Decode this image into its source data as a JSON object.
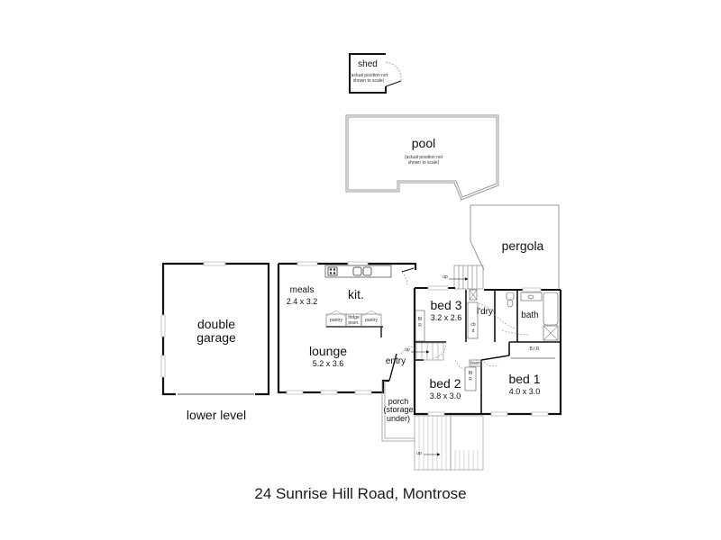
{
  "title": "24 Sunrise Hill Road, Montrose",
  "level_label": "lower level",
  "colors": {
    "wall": "#111111",
    "outline": "#9a9a9a",
    "window": "#c8c8c8",
    "door_arc": "#888888",
    "background": "#ffffff"
  },
  "outbuildings": {
    "shed": {
      "name": "shed",
      "note_line1": "(actual position not",
      "note_line2": "shown to scale)"
    },
    "pool": {
      "name": "pool",
      "note_line1": "(actual position not",
      "note_line2": "shown to scale)"
    },
    "pergola": {
      "name": "pergola"
    }
  },
  "rooms": {
    "garage": {
      "name_line1": "double",
      "name_line2": "garage"
    },
    "kitchen": {
      "name": "kit."
    },
    "meals": {
      "name": "meals",
      "dims": "2.4 x 3.2"
    },
    "lounge": {
      "name": "lounge",
      "dims": "5.2 x 3.6"
    },
    "entry": {
      "name": "entry"
    },
    "porch": {
      "line1": "porch",
      "line2": "(storage",
      "line3": "under)"
    },
    "bed3": {
      "name": "bed 3",
      "dims": "3.2 x 2.6"
    },
    "bed2": {
      "name": "bed 2",
      "dims": "3.8 x 3.0"
    },
    "bed1": {
      "name": "bed 1",
      "dims": "4.0 x 3.0"
    },
    "laundry": {
      "name": "l'dry"
    },
    "bath": {
      "name": "bath"
    }
  },
  "fixtures": {
    "pantry_left": "pantry",
    "fridge_line1": "fridge",
    "fridge_line2": "posn.",
    "pantry_right": "pantry",
    "linen": "linen",
    "bir_bed1": "B.I.R",
    "bir_bed3": "BIR",
    "bir_bed2": "BIR",
    "cupboard": "cbd"
  },
  "stairs": {
    "up_top": "up",
    "up_entry": "up",
    "up_porch": "up"
  }
}
